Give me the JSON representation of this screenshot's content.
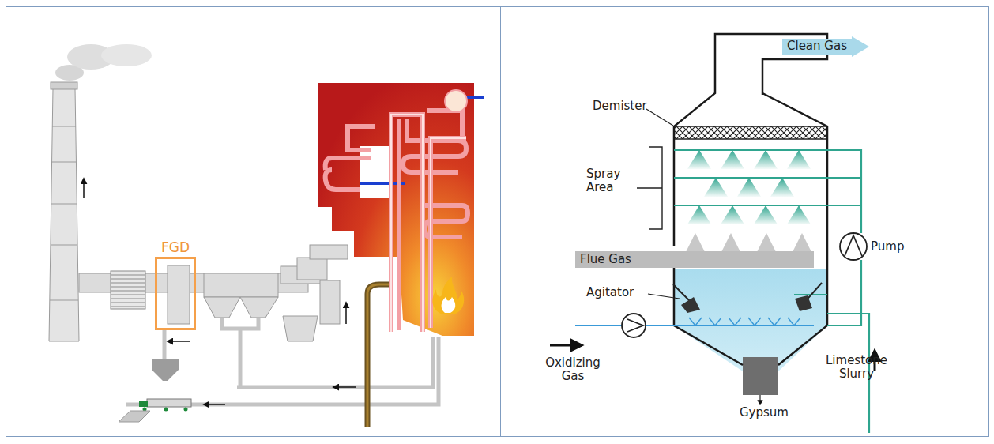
{
  "diagram": {
    "nodes": [
      {
        "text": [
          "FGD"
        ]
      },
      {
        "text": [
          "Clean Gas"
        ]
      },
      {
        "text": [
          "Flue Gas"
        ]
      }
    ],
    "labels": [
      "Demister",
      "Spray Area",
      "Pump",
      "Agitator",
      "Oxidizing Gas",
      "Limestone Slurry",
      "Gypsum"
    ]
  }
}
